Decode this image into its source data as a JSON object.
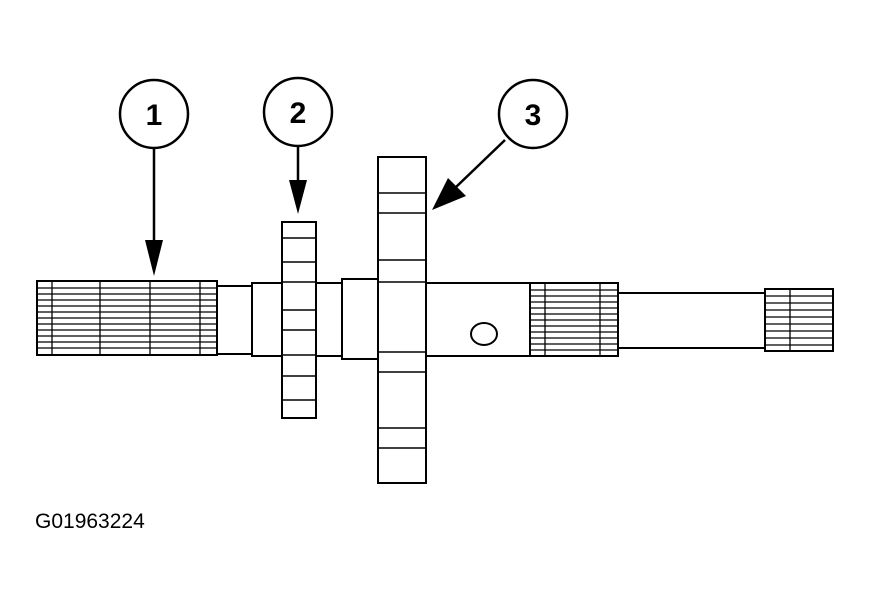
{
  "callouts": [
    {
      "label": "1"
    },
    {
      "label": "2"
    },
    {
      "label": "3"
    }
  ],
  "figure_id": "G01963224",
  "colors": {
    "line": "#000000",
    "fill": "#ffffff"
  }
}
